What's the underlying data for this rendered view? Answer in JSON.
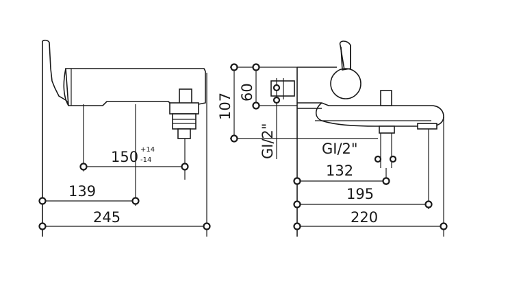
{
  "side_view": {
    "dim_150": "150",
    "tol_plus": "+14",
    "tol_minus": "-14",
    "dim_139": "139",
    "dim_245": "245"
  },
  "front_view": {
    "dim_107": "107",
    "dim_60": "60",
    "thread_vertical": "GI/2\"",
    "thread_bottom": "GI/2\"",
    "dim_132": "132",
    "dim_195": "195",
    "dim_220": "220"
  }
}
